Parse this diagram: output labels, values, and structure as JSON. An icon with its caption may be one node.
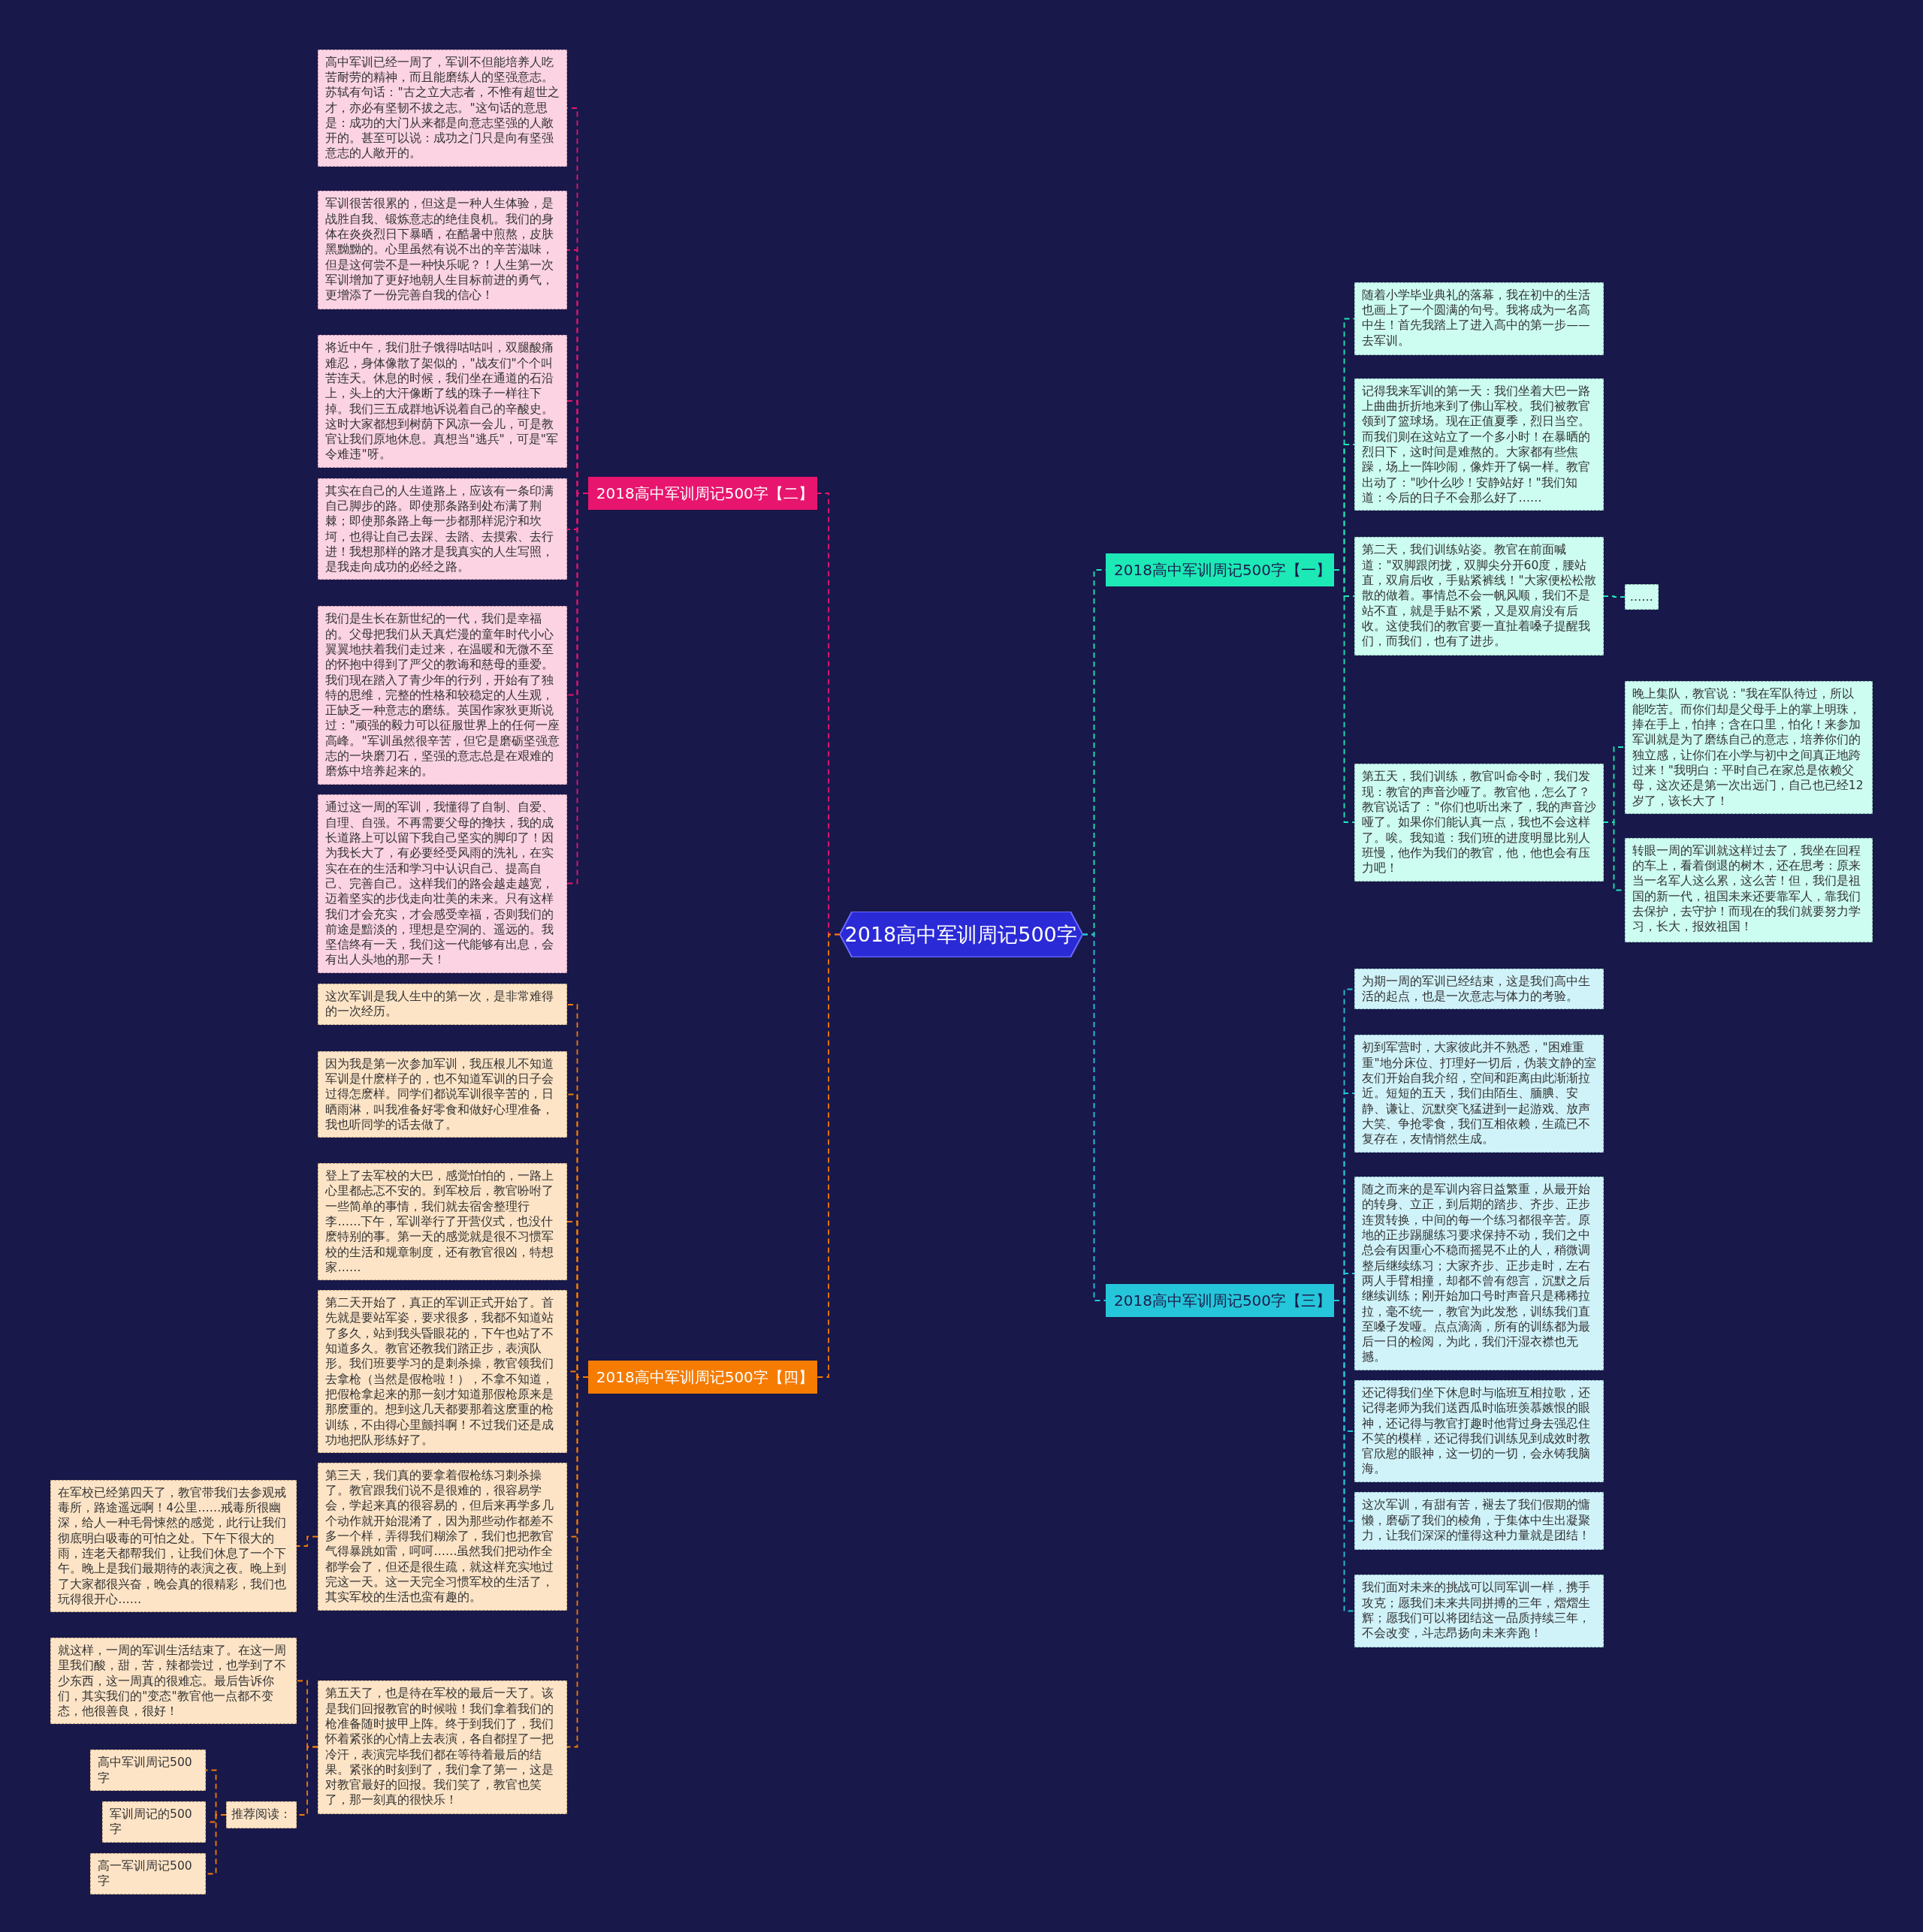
{
  "diagram": {
    "nodes": [
      {
        "text": [
          "2018高中军训周记500字"
        ]
      },
      {
        "text": [
          "2018高中军训周记500字【二】"
        ]
      },
      {
        "text": [
          "高中军训已经一周了，军训不但能培养人吃苦耐劳的精神，而且能磨练人的坚强意志。苏轼有句话：\"古之立大志者，不惟有超世之才，亦必有坚韧不拔之志。\"这句话的意思是：成功的大门从来都是向意志坚强的人敞开的。甚至可以说：成功之门只是向有坚强意志的人敞开的。"
        ]
      },
      {
        "text": [
          "军训很苦很累的，但这是一种人生体验，是战胜自我、锻炼意志的绝佳良机。我们的身体在炎炎烈日下暴晒，在酷暑中煎熬，皮肤黑黝黝的。心里虽然有说不出的辛苦滋味，但是这何尝不是一种快乐呢？！人生第一次军训增加了更好地朝人生目标前进的勇气，更增添了一份完善自我的信心！"
        ]
      },
      {
        "text": [
          "将近中午，我们肚子饿得咕咕叫，双腿酸痛难忍，身体像散了架似的，\"战友们\"个个叫苦连天。休息的时候，我们坐在通道的石沿上，头上的大汗像断了线的珠子一样往下掉。我们三五成群地诉说着自己的辛酸史。这时大家都想到树荫下风凉一会儿，可是教官让我们原地休息。真想当\"逃兵\"，可是\"军令难违\"呀。"
        ]
      },
      {
        "text": [
          "其实在自己的人生道路上，应该有一条印满自己脚步的路。即使那条路到处布满了荆棘；即使那条路上每一步都那样泥泞和坎坷，也得让自己去踩、去踏、去摸索、去行进！我想那样的路才是我真实的人生写照，是我走向成功的必经之路。"
        ]
      },
      {
        "text": [
          "我们是生长在新世纪的一代，我们是幸福的。父母把我们从天真烂漫的童年时代小心翼翼地扶着我们走过来，在温暖和无微不至的怀抱中得到了严父的教诲和慈母的垂爱。我们现在踏入了青少年的行列，开始有了独特的思维，完整的性格和较稳定的人生观，正缺乏一种意志的磨练。英国作家狄更斯说过：\"顽强的毅力可以征服世界上的任何一座高峰。\"军训虽然很辛苦，但它是磨砺坚强意志的一块磨刀石，坚强的意志总是在艰难的磨炼中培养起来的。"
        ]
      },
      {
        "text": [
          "通过这一周的军训，我懂得了自制、自爱、自理、自强。不再需要父母的搀扶，我的成长道路上可以留下我自己坚实的脚印了！因为我长大了，有必要经受风雨的洗礼，在实实在在的生活和学习中认识自己、提高自己、完善自己。这样我们的路会越走越宽，迈着坚实的步伐走向壮美的未来。只有这样我们才会充实，才会感受幸福，否则我们的前途是黯淡的，理想是空洞的、遥远的。我坚信终有一天，我们这一代能够有出息，会有出人头地的那一天！"
        ]
      },
      {
        "text": [
          "2018高中军训周记500字【四】"
        ]
      },
      {
        "text": [
          "这次军训是我人生中的第一次，是非常难得的一次经历。"
        ]
      },
      {
        "text": [
          "因为我是第一次参加军训，我压根儿不知道军训是什麽样子的，也不知道军训的日子会过得怎麽样。同学们都说军训很辛苦的，日晒雨淋，叫我准备好零食和做好心理准备，我也听同学的话去做了。"
        ]
      },
      {
        "text": [
          "登上了去军校的大巴，感觉怕怕的，一路上心里都忐忑不安的。到军校后，教官吩咐了一些简单的事情，我们就去宿舍整理行李……下午，军训举行了开营仪式，也没什麽特别的事。第一天的感觉就是很不习惯军校的生活和规章制度，还有教官很凶，特想家……"
        ]
      },
      {
        "text": [
          "第二天开始了，真正的军训正式开始了。首先就是要站军姿，要求很多，我都不知道站了多久，站到我头昏眼花的，下午也站了不知道多久。教官还教我们踏正步，表演队形。我们班要学习的是刺杀操，教官领我们去拿枪（当然是假枪啦！），不拿不知道，把假枪拿起来的那一刻才知道那假枪原来是那麽重的。想到这几天都要那着这麽重的枪训练，不由得心里颤抖啊！不过我们还是成功地把队形练好了。"
        ]
      },
      {
        "text": [
          "第三天，我们真的要拿着假枪练习刺杀操了。教官跟我们说不是很难的，很容易学会，学起来真的很容易的，但后来再学多几个动作就开始混淆了，因为那些动作都差不多一个样，弄得我们糊涂了，我们也把教官气得暴跳如雷，呵呵……虽然我们把动作全都学会了，但还是很生疏，就这样充实地过完这一天。这一天完全习惯军校的生活了，其实军校的生活也蛮有趣的。"
        ]
      },
      {
        "text": [
          "第五天了，也是待在军校的最后一天了。该是我们回报教官的时候啦！我们拿着我们的枪准备随时披甲上阵。终于到我们了，我们怀着紧张的心情上去表演，各自都捏了一把冷汗，表演完毕我们都在等待着最后的结果。紧张的时刻到了，我们拿了第一，这是对教官最好的回报。我们笑了，教官也笑了，那一刻真的很快乐！"
        ]
      },
      {
        "text": [
          "在军校已经第四天了，教官带我们去参观戒毒所，路途遥远啊！4公里……戒毒所很幽深，给人一种毛骨悚然的感觉，此行让我们彻底明白吸毒的可怕之处。下午下很大的雨，连老天都帮我们，让我们休息了一个下午。晚上是我们最期待的表演之夜。晚上到了大家都很兴奋，晚会真的很精彩，我们也玩得很开心……"
        ]
      },
      {
        "text": [
          "就这样，一周的军训生活结束了。在这一周里我们酸，甜，苦，辣都尝过，也学到了不少东西，这一周真的很难忘。最后告诉你们，其实我们的\"变态\"教官他一点都不变态，他很善良，很好！"
        ]
      },
      {
        "text": [
          "推荐阅读："
        ]
      },
      {
        "text": [
          "高中军训周记500字"
        ]
      },
      {
        "text": [
          "军训周记的500字"
        ]
      },
      {
        "text": [
          "高一军训周记500字"
        ]
      },
      {
        "text": [
          "2018高中军训周记500字【一】"
        ]
      },
      {
        "text": [
          "随着小学毕业典礼的落幕，我在初中的生活也画上了一个圆满的句号。我将成为一名高中生！首先我踏上了进入高中的第一步——去军训。"
        ]
      },
      {
        "text": [
          "记得我来军训的第一天：我们坐着大巴一路上曲曲折折地来到了佛山军校。我们被教官领到了篮球场。现在正值夏季，烈日当空。而我们则在这站立了一个多小时！在暴晒的烈日下，这时间是难熬的。大家都有些焦躁，场上一阵吵闹，像炸开了锅一样。教官出动了：\"吵什么吵！安静站好！\"我们知道：今后的日子不会那么好了……"
        ]
      },
      {
        "text": [
          "第二天，我们训练站姿。教官在前面喊道：\"双脚跟闭拢，双脚尖分开60度，腰站直，双肩后收，手贴紧裤线！\"大家便松松散散的做着。事情总不会一帆风顺，我们不是站不直，就是手贴不紧，又是双肩没有后收。这使我们的教官要一直扯着嗓子提醒我们，而我们，也有了进步。"
        ]
      },
      {
        "text": [
          "第五天，我们训练，教官叫命令时，我们发现：教官的声音沙哑了。教官他，怎么了？教官说话了：\"你们也听出来了，我的声音沙哑了。如果你们能认真一点，我也不会这样了。唉。我知道：我们班的进度明显比别人班慢，他作为我们的教官，他，他也会有压力吧！"
        ]
      },
      {
        "text": [
          "……"
        ]
      },
      {
        "text": [
          "晚上集队，教官说：\"我在军队待过，所以能吃苦。而你们却是父母手上的掌上明珠，捧在手上，怕摔；含在口里，怕化！来参加军训就是为了磨练自己的意志，培养你们的独立感，让你们在小学与初中之间真正地跨过来！\"我明白：平时自己在家总是依赖父母，这次还是第一次出远门，自己也已经12岁了，该长大了！"
        ]
      },
      {
        "text": [
          "转眼一周的军训就这样过去了，我坐在回程的车上，看着倒退的树木，还在思考：原来当一名军人这么累，这么苦！但，我们是祖国的新一代，祖国未来还要靠军人，靠我们去保护，去守护！而现在的我们就要努力学习，长大，报效祖国！"
        ]
      },
      {
        "text": [
          "2018高中军训周记500字【三】"
        ]
      },
      {
        "text": [
          "为期一周的军训已经结束，这是我们高中生活的起点，也是一次意志与体力的考验。"
        ]
      },
      {
        "text": [
          "初到军营时，大家彼此并不熟悉，\"困难重重\"地分床位、打理好一切后，伪装文静的室友们开始自我介绍，空间和距离由此渐渐拉近。短短的五天，我们由陌生、腼腆、安静、谦让、沉默突飞猛进到一起游戏、放声大笑、争抢零食，我们互相依赖，生疏已不复存在，友情悄然生成。"
        ]
      },
      {
        "text": [
          "随之而来的是军训内容日益繁重，从最开始的转身、立正，到后期的踏步、齐步、正步连贯转换，中间的每一个练习都很辛苦。原地的正步踢腿练习要求保持不动，我们之中总会有因重心不稳而摇晃不止的人，稍微调整后继续练习；大家齐步、正步走时，左右两人手臂相撞，却都不曾有怨言，沉默之后继续训练；刚开始加口号时声音只是稀稀拉拉，毫不统一，教官为此发愁，训练我们直至嗓子发哑。点点滴滴，所有的训练都为最后一日的检阅，为此，我们汗湿衣襟也无撼。"
        ]
      },
      {
        "text": [
          "还记得我们坐下休息时与临班互相拉歌，还记得老师为我们送西瓜时临班羡慕嫉恨的眼神，还记得与教官打趣时他背过身去强忍住不笑的模样，还记得我们训练见到成效时教官欣慰的眼神，这一切的一切，会永铸我脑海。"
        ]
      },
      {
        "text": [
          "这次军训，有甜有苦，褪去了我们假期的慵懒，磨砺了我们的棱角，于集体中生出凝聚力，让我们深深的懂得这种力量就是团结！"
        ]
      },
      {
        "text": [
          "我们面对未来的挑战可以同军训一样，携手攻克；愿我们未来共同拼搏的三年，熠熠生辉；愿我们可以将团结这一品质持续三年，不会改变，斗志昂扬向未来奔跑！"
        ]
      }
    ],
    "edges": [
      {
        "from": 0,
        "to": 1,
        "arrow": "none",
        "color": "#e8156f"
      },
      {
        "from": 0,
        "to": 8,
        "arrow": "none",
        "color": "#f57c00"
      },
      {
        "from": 0,
        "to": 21,
        "arrow": "none",
        "color": "#1de9b6"
      },
      {
        "from": 0,
        "to": 29,
        "arrow": "none",
        "color": "#26c6da"
      },
      {
        "from": 1,
        "to": 2,
        "arrow": "none",
        "color": "#e8156f"
      },
      {
        "from": 1,
        "to": 3,
        "arrow": "none",
        "color": "#e8156f"
      },
      {
        "from": 1,
        "to": 4,
        "arrow": "none",
        "color": "#e8156f"
      },
      {
        "from": 1,
        "to": 5,
        "arrow": "none",
        "color": "#e8156f"
      },
      {
        "from": 1,
        "to": 6,
        "arrow": "none",
        "color": "#e8156f"
      },
      {
        "from": 1,
        "to": 7,
        "arrow": "none",
        "color": "#e8156f"
      },
      {
        "from": 8,
        "to": 9,
        "arrow": "none",
        "color": "#f57c00"
      },
      {
        "from": 8,
        "to": 10,
        "arrow": "none",
        "color": "#f57c00"
      },
      {
        "from": 8,
        "to": 11,
        "arrow": "none",
        "color": "#f57c00"
      },
      {
        "from": 8,
        "to": 12,
        "arrow": "none",
        "color": "#f57c00"
      },
      {
        "from": 8,
        "to": 13,
        "arrow": "none",
        "color": "#f57c00"
      },
      {
        "from": 8,
        "to": 14,
        "arrow": "none",
        "color": "#f57c00"
      },
      {
        "from": 13,
        "to": 15,
        "arrow": "none",
        "color": "#f57c00"
      },
      {
        "from": 14,
        "to": 16,
        "arrow": "none",
        "color": "#f57c00"
      },
      {
        "from": 14,
        "to": 17,
        "arrow": "none",
        "color": "#f57c00"
      },
      {
        "from": 17,
        "to": 18,
        "arrow": "none",
        "color": "#f57c00"
      },
      {
        "from": 17,
        "to": 19,
        "arrow": "none",
        "color": "#f57c00"
      },
      {
        "from": 17,
        "to": 20,
        "arrow": "none",
        "color": "#f57c00"
      },
      {
        "from": 21,
        "to": 22,
        "arrow": "none",
        "color": "#1de9b6"
      },
      {
        "from": 21,
        "to": 23,
        "arrow": "none",
        "color": "#1de9b6"
      },
      {
        "from": 21,
        "to": 24,
        "arrow": "none",
        "color": "#1de9b6"
      },
      {
        "from": 21,
        "to": 25,
        "arrow": "none",
        "color": "#1de9b6"
      },
      {
        "from": 24,
        "to": 26,
        "arrow": "none",
        "color": "#1de9b6"
      },
      {
        "from": 25,
        "to": 27,
        "arrow": "none",
        "color": "#1de9b6"
      },
      {
        "from": 25,
        "to": 28,
        "arrow": "none",
        "color": "#1de9b6"
      },
      {
        "from": 29,
        "to": 30,
        "arrow": "none",
        "color": "#26c6da"
      },
      {
        "from": 29,
        "to": 31,
        "arrow": "none",
        "color": "#26c6da"
      },
      {
        "from": 29,
        "to": 32,
        "arrow": "none",
        "color": "#26c6da"
      },
      {
        "from": 29,
        "to": 33,
        "arrow": "none",
        "color": "#26c6da"
      },
      {
        "from": 29,
        "to": 34,
        "arrow": "none",
        "color": "#26c6da"
      },
      {
        "from": 29,
        "to": 35,
        "arrow": "none",
        "color": "#26c6da"
      }
    ]
  }
}
